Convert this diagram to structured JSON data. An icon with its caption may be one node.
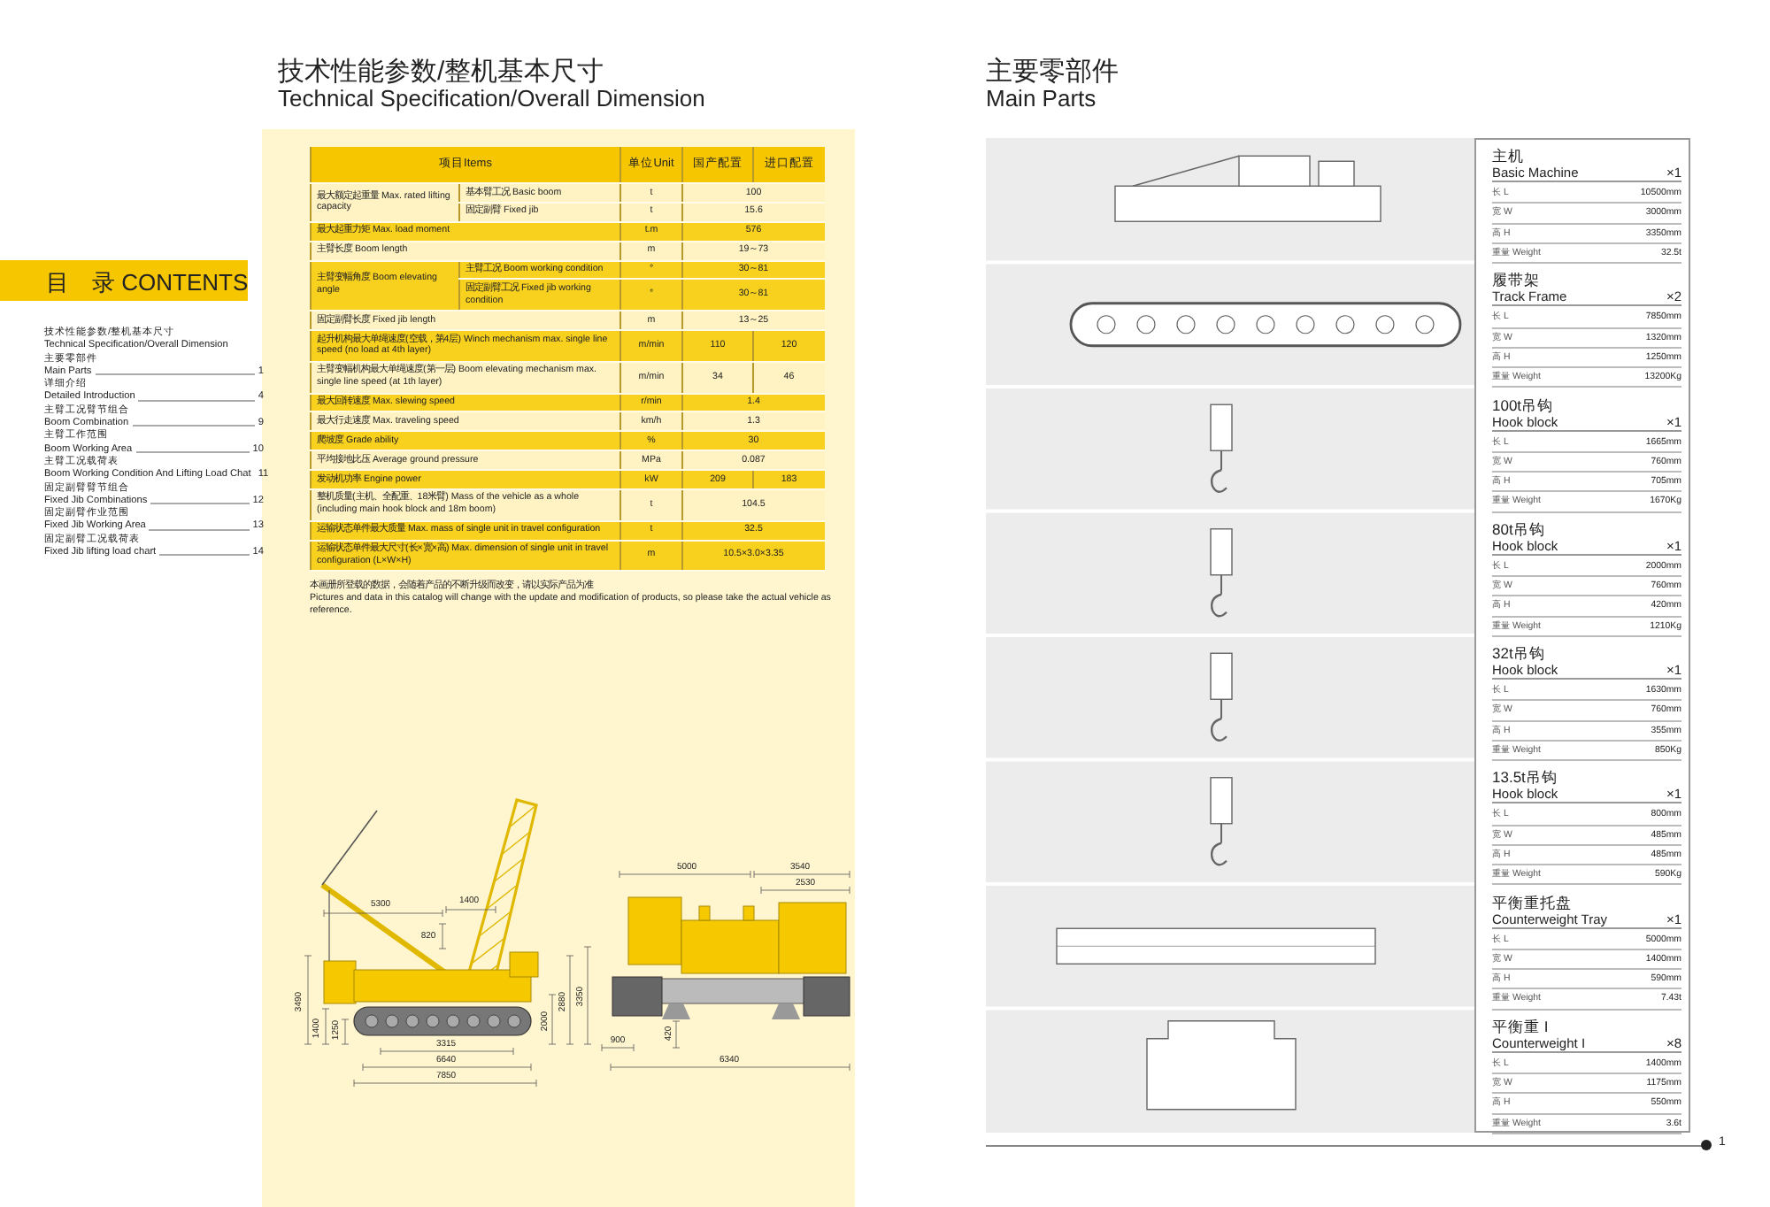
{
  "diagram": {
    "labels": [
      "技术性能参数/整机基本尺寸",
      "Technical Specification/Overall Dimension",
      "主要零部件",
      "Main Parts",
      "目　录 CONTENTS",
      "技术性能参数/整机基本尺寸",
      "Technical Specification/Overall Dimension",
      "主要零部件",
      "Main Parts",
      "1",
      "详细介绍",
      "Detailed Introduction",
      "4",
      "主臂工况臂节组合",
      "Boom Combination",
      "9",
      "主臂工作范围",
      "Boom Working Area",
      "10",
      "主臂工况载荷表",
      "Boom Working Condition And Lifting Load Chat",
      "11",
      "固定副臂臂节组合",
      "Fixed Jib Combinations",
      "12",
      "固定副臂作业范围",
      "Fixed Jib Working Area",
      "13",
      "固定副臂工况载荷表",
      "Fixed Jib lifting load chart",
      "14",
      "项目Items",
      "单位Unit",
      "国产配置",
      "进口配置",
      "最大额定起重量 Max. rated lifting capacity",
      "基本臂工况 Basic boom",
      "t",
      "100",
      "固定副臂 Fixed jib",
      "t",
      "15.6",
      "最大起重力矩 Max. load moment",
      "t.m",
      "576",
      "主臂长度 Boom length",
      "m",
      "19～73",
      "主臂变幅角度 Boom elevating angle",
      "主臂工况 Boom working condition",
      "°",
      "30～81",
      "固定副臂工况 Fixed jib working condition",
      "°",
      "30～81",
      "固定副臂长度 Fixed jib length",
      "m",
      "13～25",
      "起升机构最大单绳速度(空载，第4层) Winch mechanism max. single line speed (no load at 4th layer)",
      "m/min",
      "110",
      "120",
      "主臂变幅机构最大单绳速度(第一层) Boom elevating mechanism max. single line speed (at 1th layer)",
      "m/min",
      "34",
      "46",
      "最大回转速度 Max. slewing speed",
      "r/min",
      "1.4",
      "最大行走速度 Max. traveling speed",
      "km/h",
      "1.3",
      "爬坡度 Grade ability",
      "%",
      "30",
      "平均接地比压 Average ground pressure",
      "MPa",
      "0.087",
      "发动机功率 Engine power",
      "kW",
      "209",
      "183",
      "整机质量(主机、全配重、18米臂) Mass of the vehicle as a whole (including main hook block and 18m boom)",
      "t",
      "104.5",
      "运输状态单件最大质量 Max. mass of single unit in travel configuration",
      "t",
      "32.5",
      "运输状态单件最大尺寸(长×宽×高) Max. dimension of single unit in travel configuration (L×W×H)",
      "m",
      "10.5×3.0×3.35",
      "本画册所登载的数据，会随着产品的不断升级而改变，请以实际产品为准",
      "Pictures and data in this catalog will change with the update and modification of products, so please take the actual vehicle as reference.",
      "5300",
      "1400",
      "820",
      "3490",
      "1400",
      "1250",
      "2000",
      "2880",
      "3350",
      "3315",
      "6640",
      "7850",
      "5000",
      "3540",
      "2530",
      "900",
      "420",
      "6340",
      "主机",
      "Basic Machine",
      "×1",
      "长 L",
      "10500mm",
      "宽 W",
      "3000mm",
      "高 H",
      "3350mm",
      "重量 Weight",
      "32.5t",
      "履带架",
      "Track Frame",
      "×2",
      "长 L",
      "7850mm",
      "宽 W",
      "1320mm",
      "高 H",
      "1250mm",
      "重量 Weight",
      "13200Kg",
      "100t吊钩",
      "Hook block",
      "×1",
      "长 L",
      "1665mm",
      "宽 W",
      "760mm",
      "高 H",
      "705mm",
      "重量 Weight",
      "1670Kg",
      "80t吊钩",
      "Hook block",
      "×1",
      "长 L",
      "2000mm",
      "宽 W",
      "760mm",
      "高 H",
      "420mm",
      "重量 Weight",
      "1210Kg",
      "32t吊钩",
      "Hook block",
      "×1",
      "长 L",
      "1630mm",
      "宽 W",
      "760mm",
      "高 H",
      "355mm",
      "重量 Weight",
      "850Kg",
      "13.5t吊钩",
      "Hook block",
      "×1",
      "长 L",
      "800mm",
      "宽 W",
      "485mm",
      "高 H",
      "485mm",
      "重量 Weight",
      "590Kg",
      "平衡重托盘",
      "Counterweight Tray",
      "×1",
      "长 L",
      "5000mm",
      "宽 W",
      "1400mm",
      "高 H",
      "590mm",
      "重量 Weight",
      "7.43t",
      "平衡重 I",
      "Counterweight I",
      "×8",
      "长 L",
      "1400mm",
      "宽 W",
      "1175mm",
      "高 H",
      "550mm",
      "重量 Weight",
      "3.6t",
      "1"
    ]
  }
}
